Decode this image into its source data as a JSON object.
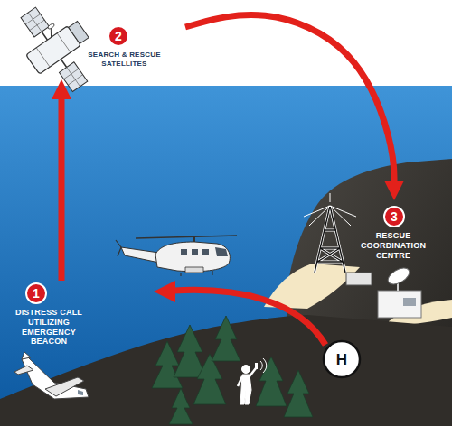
{
  "diagram": {
    "nodes": [
      {
        "text": [
          "1",
          "DISTRESS CALL UTILIZING EMERGENCY BEACON"
        ]
      },
      {
        "text": [
          "2",
          "SEARCH & RESCUE SATELLITES"
        ]
      },
      {
        "text": [
          "3",
          "RESCUE COORDINATION CENTRE"
        ]
      }
    ],
    "edges": [
      {
        "from": 0,
        "to": 1,
        "arrow": "to"
      },
      {
        "from": 1,
        "to": 2,
        "arrow": "to"
      }
    ],
    "labels": [
      "H"
    ]
  }
}
